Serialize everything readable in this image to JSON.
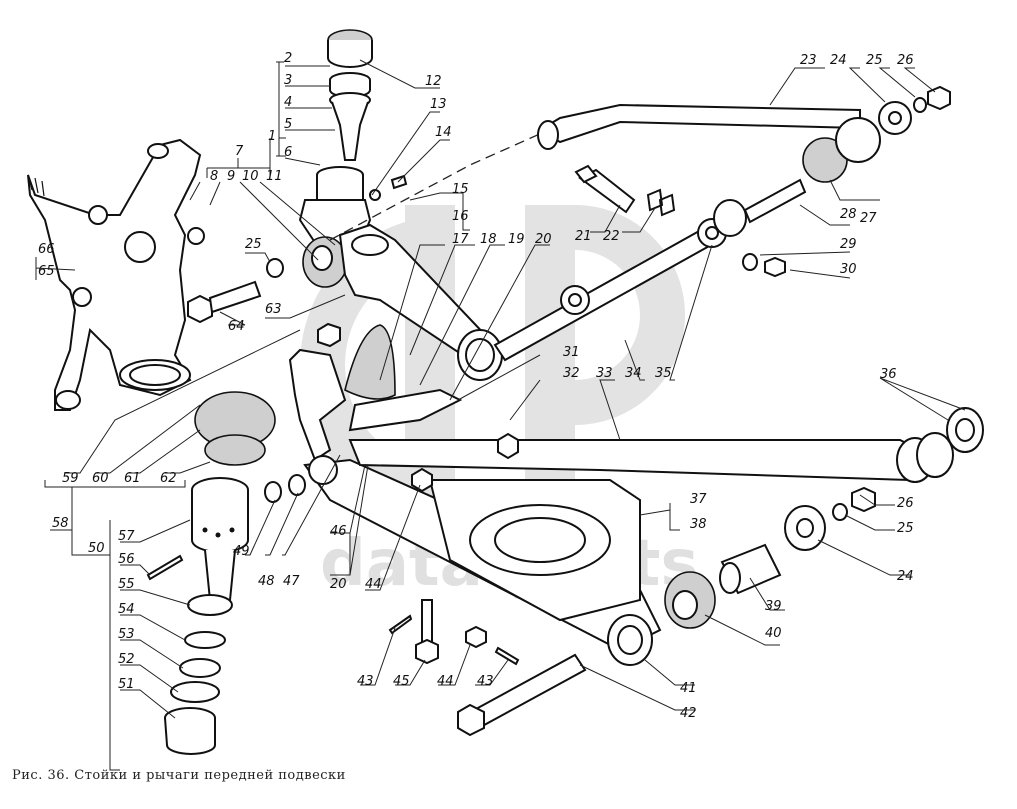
{
  "figure": {
    "caption": "Рис. 36. Стойки и рычаги передней подвески",
    "watermark_text": "data-parts",
    "colors": {
      "background": "#ffffff",
      "line": "#111111",
      "watermark": "#e3e3e3"
    }
  },
  "callouts": [
    {
      "id": "c1",
      "text": "1"
    },
    {
      "id": "c2",
      "text": "2"
    },
    {
      "id": "c3",
      "text": "3"
    },
    {
      "id": "c4",
      "text": "4"
    },
    {
      "id": "c5",
      "text": "5"
    },
    {
      "id": "c6",
      "text": "6"
    },
    {
      "id": "c7",
      "text": "7"
    },
    {
      "id": "c8",
      "text": "8"
    },
    {
      "id": "c9",
      "text": "9"
    },
    {
      "id": "c10",
      "text": "10"
    },
    {
      "id": "c11",
      "text": "11"
    },
    {
      "id": "c12",
      "text": "12"
    },
    {
      "id": "c13",
      "text": "13"
    },
    {
      "id": "c14",
      "text": "14"
    },
    {
      "id": "c15",
      "text": "15"
    },
    {
      "id": "c16",
      "text": "16"
    },
    {
      "id": "c17",
      "text": "17"
    },
    {
      "id": "c18",
      "text": "18"
    },
    {
      "id": "c19",
      "text": "19"
    },
    {
      "id": "c20a",
      "text": "20"
    },
    {
      "id": "c21",
      "text": "21"
    },
    {
      "id": "c22",
      "text": "22"
    },
    {
      "id": "c23",
      "text": "23"
    },
    {
      "id": "c24a",
      "text": "24"
    },
    {
      "id": "c25a",
      "text": "25"
    },
    {
      "id": "c26a",
      "text": "26"
    },
    {
      "id": "c27",
      "text": "27"
    },
    {
      "id": "c28",
      "text": "28"
    },
    {
      "id": "c29",
      "text": "29"
    },
    {
      "id": "c30",
      "text": "30"
    },
    {
      "id": "c31",
      "text": "31"
    },
    {
      "id": "c32",
      "text": "32"
    },
    {
      "id": "c33",
      "text": "33"
    },
    {
      "id": "c34",
      "text": "34"
    },
    {
      "id": "c35",
      "text": "35"
    },
    {
      "id": "c36",
      "text": "36"
    },
    {
      "id": "c37",
      "text": "37"
    },
    {
      "id": "c38",
      "text": "38"
    },
    {
      "id": "c26b",
      "text": "26"
    },
    {
      "id": "c25b",
      "text": "25"
    },
    {
      "id": "c24b",
      "text": "24"
    },
    {
      "id": "c39",
      "text": "39"
    },
    {
      "id": "c40",
      "text": "40"
    },
    {
      "id": "c41",
      "text": "41"
    },
    {
      "id": "c42",
      "text": "42"
    },
    {
      "id": "c43a",
      "text": "43"
    },
    {
      "id": "c45",
      "text": "45"
    },
    {
      "id": "c44a",
      "text": "44"
    },
    {
      "id": "c43b",
      "text": "43"
    },
    {
      "id": "c46",
      "text": "46"
    },
    {
      "id": "c20b",
      "text": "20"
    },
    {
      "id": "c44b",
      "text": "44"
    },
    {
      "id": "c47",
      "text": "47"
    },
    {
      "id": "c48",
      "text": "48"
    },
    {
      "id": "c49",
      "text": "49"
    },
    {
      "id": "c59",
      "text": "59"
    },
    {
      "id": "c60",
      "text": "60"
    },
    {
      "id": "c61",
      "text": "61"
    },
    {
      "id": "c62",
      "text": "62"
    },
    {
      "id": "c58",
      "text": "58"
    },
    {
      "id": "c50",
      "text": "50"
    },
    {
      "id": "c57",
      "text": "57"
    },
    {
      "id": "c56",
      "text": "56"
    },
    {
      "id": "c55",
      "text": "55"
    },
    {
      "id": "c54",
      "text": "54"
    },
    {
      "id": "c53",
      "text": "53"
    },
    {
      "id": "c52",
      "text": "52"
    },
    {
      "id": "c51",
      "text": "51"
    },
    {
      "id": "c25c",
      "text": "25"
    },
    {
      "id": "c63",
      "text": "63"
    },
    {
      "id": "c64",
      "text": "64"
    },
    {
      "id": "c65",
      "text": "65"
    },
    {
      "id": "c66",
      "text": "66"
    }
  ]
}
